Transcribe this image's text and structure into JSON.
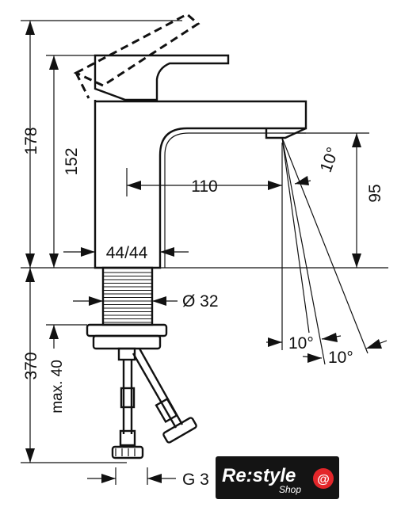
{
  "dimensions": {
    "total_height": "178",
    "lever_height": "152",
    "spout_reach": "110",
    "spray_angle": "10°",
    "spout_height": "95",
    "base_size": "44/44",
    "shank_diameter": "Ø 32",
    "angle_left": "10°",
    "angle_right": "10°",
    "hose_length": "370",
    "max_thickness": "max. 40",
    "connection": "G 3"
  },
  "logo": {
    "main": "Re:style",
    "sub": "Shop"
  }
}
